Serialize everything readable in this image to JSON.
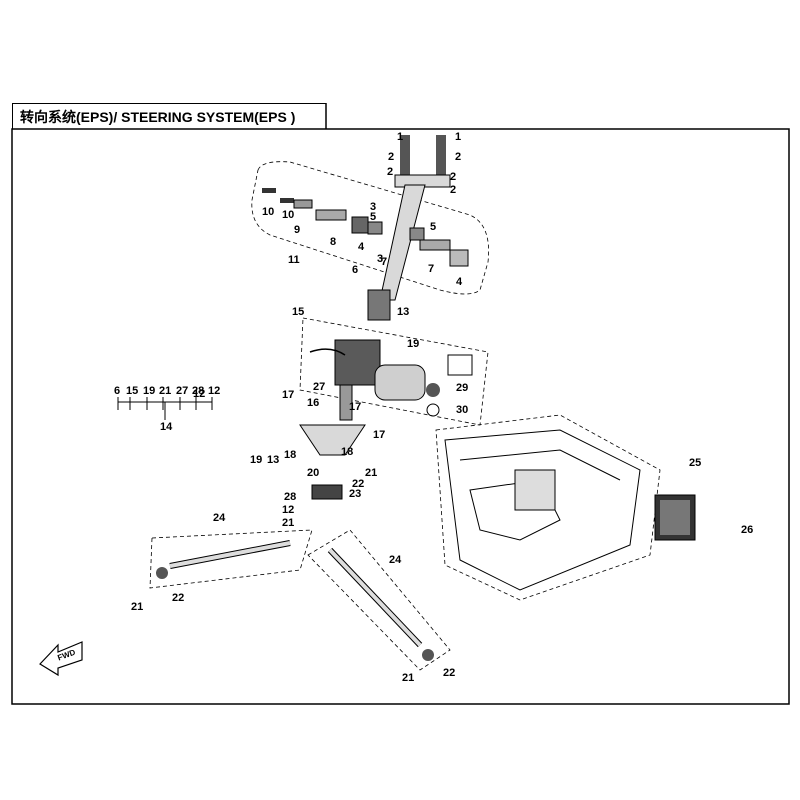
{
  "title": "转向系统(EPS)/ STEERING SYSTEM(EPS )",
  "callouts": {
    "c1": "1",
    "c2": "2",
    "c3": "3",
    "c4": "4",
    "c5": "5",
    "c6": "6",
    "c7": "7",
    "c8": "8",
    "c9": "9",
    "c10": "10",
    "c11": "11",
    "c12": "12",
    "c13": "13",
    "c14": "14",
    "c15": "15",
    "c16": "16",
    "c17": "17",
    "c18": "18",
    "c19": "19",
    "c20": "20",
    "c21": "21",
    "c22": "22",
    "c23": "23",
    "c24": "24",
    "c25": "25",
    "c26": "26",
    "c27": "27",
    "c28": "28",
    "c29": "29",
    "c30": "30"
  },
  "kit_14": [
    "6",
    "15",
    "19",
    "21",
    "27",
    "28",
    "12"
  ],
  "fwd_label": "FWD",
  "colors": {
    "ink": "#000000",
    "part_fill": "#d9d9d9",
    "dark_fill": "#4a4a4a"
  }
}
